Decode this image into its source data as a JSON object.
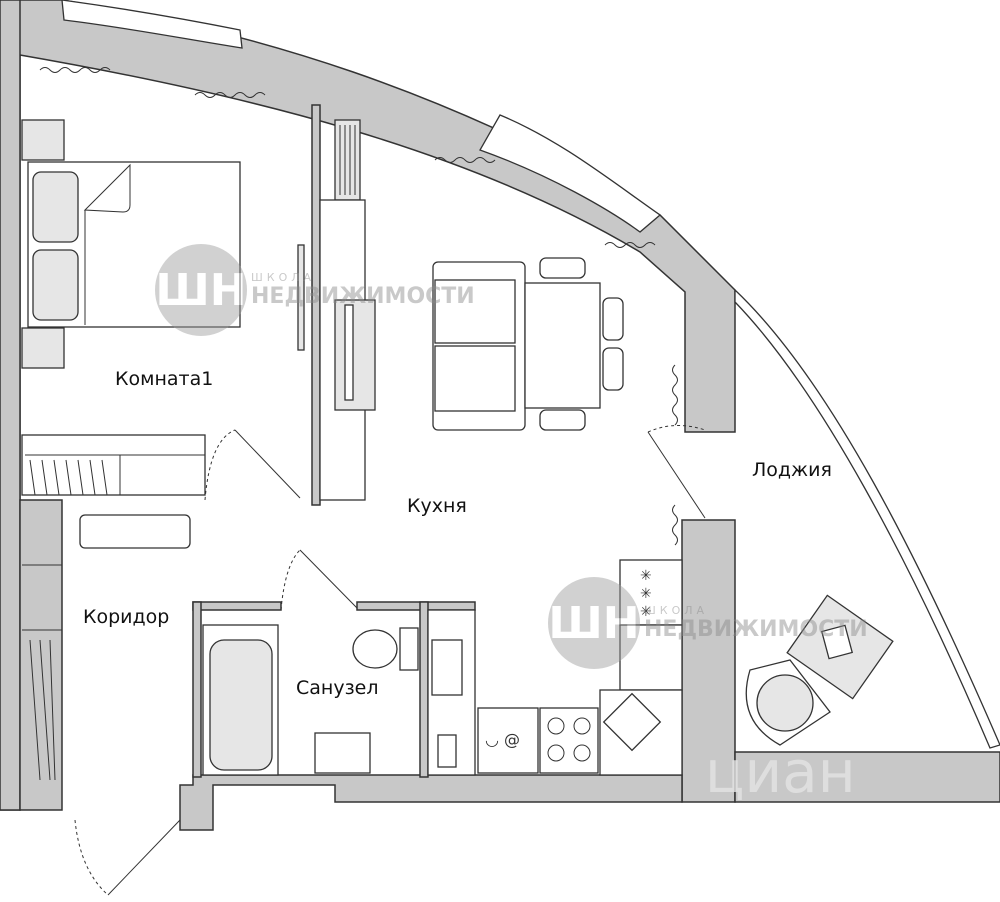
{
  "rooms": {
    "room1": "Комната1",
    "kitchen": "Кухня",
    "corridor": "Коридор",
    "bathroom": "Санузел",
    "loggia": "Лоджия"
  },
  "watermarks": {
    "logo_letters": "ШН",
    "school_small": "ШКОЛА",
    "school_big": "НЕДВИЖИМОСТИ",
    "cian": "циан"
  },
  "colors": {
    "wall": "#c8c8c8",
    "outline": "#333333"
  }
}
